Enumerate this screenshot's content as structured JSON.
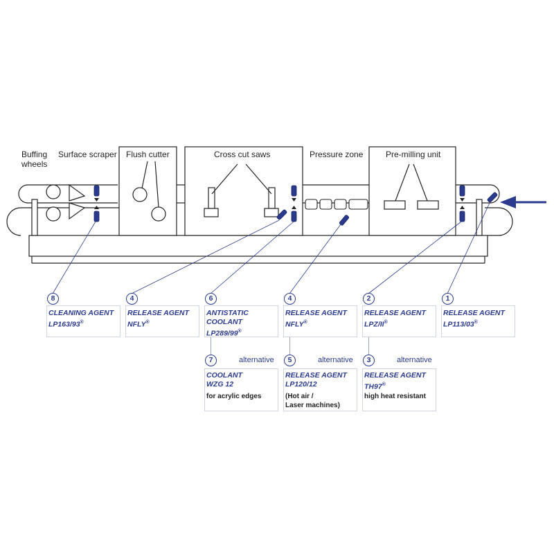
{
  "machine": {
    "labels": {
      "buffing_wheels": "Buffing\nwheels",
      "surface_scraper": "Surface scraper",
      "flush_cutter": "Flush cutter",
      "cross_cut_saws": "Cross cut saws",
      "pressure_zone": "Pressure zone",
      "pre_milling_unit": "Pre-milling unit"
    },
    "colors": {
      "accent": "#2a3a8c",
      "line": "#222222",
      "box_border": "#d0d4dc"
    }
  },
  "products": [
    {
      "num": "8",
      "lines": [
        "CLEANING AGENT",
        "LP163/93"
      ],
      "reg": "®"
    },
    {
      "num": "4",
      "lines": [
        "RELEASE AGENT",
        "NFLY"
      ],
      "reg": "®"
    },
    {
      "num": "6",
      "lines": [
        "ANTISTATIC",
        "COOLANT",
        "LP289/99"
      ],
      "reg": "®"
    },
    {
      "num": "4",
      "lines": [
        "RELEASE AGENT",
        "NFLY"
      ],
      "reg": "®"
    },
    {
      "num": "2",
      "lines": [
        "RELEASE AGENT",
        "LPZ/II"
      ],
      "reg": "®"
    },
    {
      "num": "1",
      "lines": [
        "RELEASE AGENT",
        "LP113/03"
      ],
      "reg": "®"
    }
  ],
  "alternatives": [
    {
      "num": "7",
      "label": "alternative",
      "lines": [
        "COOLANT",
        "WZG 12"
      ],
      "reg": "",
      "note": [
        "for acrylic edges"
      ]
    },
    {
      "num": "5",
      "label": "alternative",
      "lines": [
        "RELEASE AGENT",
        "LP120/12"
      ],
      "reg": "",
      "note": [
        "(Hot air /",
        "Laser machines)"
      ]
    },
    {
      "num": "3",
      "label": "alternative",
      "lines": [
        "RELEASE AGENT",
        "TH97"
      ],
      "reg": "®",
      "note": [
        "high heat resistant"
      ]
    }
  ]
}
